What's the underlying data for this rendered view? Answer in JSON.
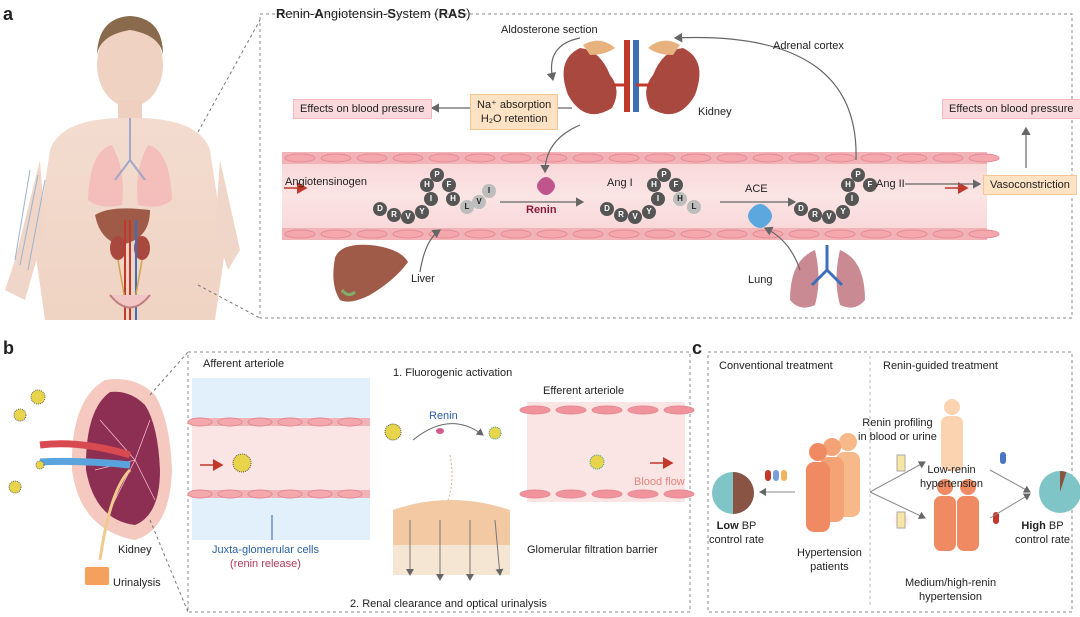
{
  "panels": {
    "a": "a",
    "b": "b",
    "c": "c"
  },
  "panel_a": {
    "title_parts": [
      {
        "text": "R",
        "bold": true
      },
      {
        "text": "enin-",
        "bold": false
      },
      {
        "text": "A",
        "bold": true
      },
      {
        "text": "ngiotensin-",
        "bold": false
      },
      {
        "text": "S",
        "bold": true
      },
      {
        "text": "ystem (",
        "bold": false
      },
      {
        "text": "RAS",
        "bold": true
      },
      {
        "text": ")",
        "bold": false
      }
    ],
    "aldosterone": "Aldosterone section",
    "adrenal": "Adrenal cortex",
    "kidney": "Kidney",
    "na_line1": "Na⁺ absorption",
    "na_line2": "H₂O retention",
    "effects_left": "Effects on blood pressure",
    "effects_right": "Effects on blood pressure",
    "angiotensinogen": "Angiotensinogen",
    "renin": "Renin",
    "ang1": "Ang I",
    "ace": "ACE",
    "ang2": "Ang II",
    "vasoconstriction": "Vasoconstriction",
    "liver": "Liver",
    "lung": "Lung",
    "peptide_agt": [
      "D",
      "R",
      "V",
      "Y",
      "I",
      "H",
      "P",
      "F",
      "H",
      "L",
      "V",
      "I"
    ],
    "peptide_ang1": [
      "D",
      "R",
      "V",
      "Y",
      "I",
      "H",
      "P",
      "F",
      "H",
      "L"
    ],
    "peptide_ang2": [
      "D",
      "R",
      "V",
      "Y",
      "I",
      "H",
      "P",
      "F"
    ]
  },
  "panel_b": {
    "kidney": "Kidney",
    "urinalysis": "Urinalysis",
    "afferent": "Afferent arteriole",
    "step1": "1. Fluorogenic activation",
    "renin": "Renin",
    "efferent": "Efferent arteriole",
    "blood_flow": "Blood flow",
    "juxta1": "Juxta-glomerular cells",
    "juxta2": "(renin release)",
    "gfb": "Glomerular filtration barrier",
    "step2": "2. Renal clearance and optical urinalysis"
  },
  "panel_c": {
    "conventional": "Conventional  treatment",
    "guided": "Renin-guided  treatment",
    "profiling1": "Renin profiling",
    "profiling2": "in blood or urine",
    "low_renin1": "Low-renin",
    "low_renin2": "hypertension",
    "med_renin1": "Medium/high-renin",
    "med_renin2": "hypertension",
    "patients1": "Hypertension",
    "patients2": "patients",
    "low_bold": "Low",
    "low_rest": " BP",
    "low_line2": "control rate",
    "high_bold": "High",
    "high_rest": " BP",
    "high_line2": "control rate",
    "low_rate_fraction": 0.5,
    "high_rate_fraction": 0.95
  },
  "colors": {
    "vessel": "#f5c5c8",
    "vessel_wall": "#ec8a93",
    "peptide_dark": "#555555",
    "peptide_light": "#bdbdbd",
    "pink_box": "#f9d9dc",
    "orange_box": "#fde2c4",
    "renin_text": "#8b1a3a",
    "blue_text": "#2b5fa6",
    "pie_teal": "#7fc4c6",
    "pie_brown": "#8a5444"
  }
}
